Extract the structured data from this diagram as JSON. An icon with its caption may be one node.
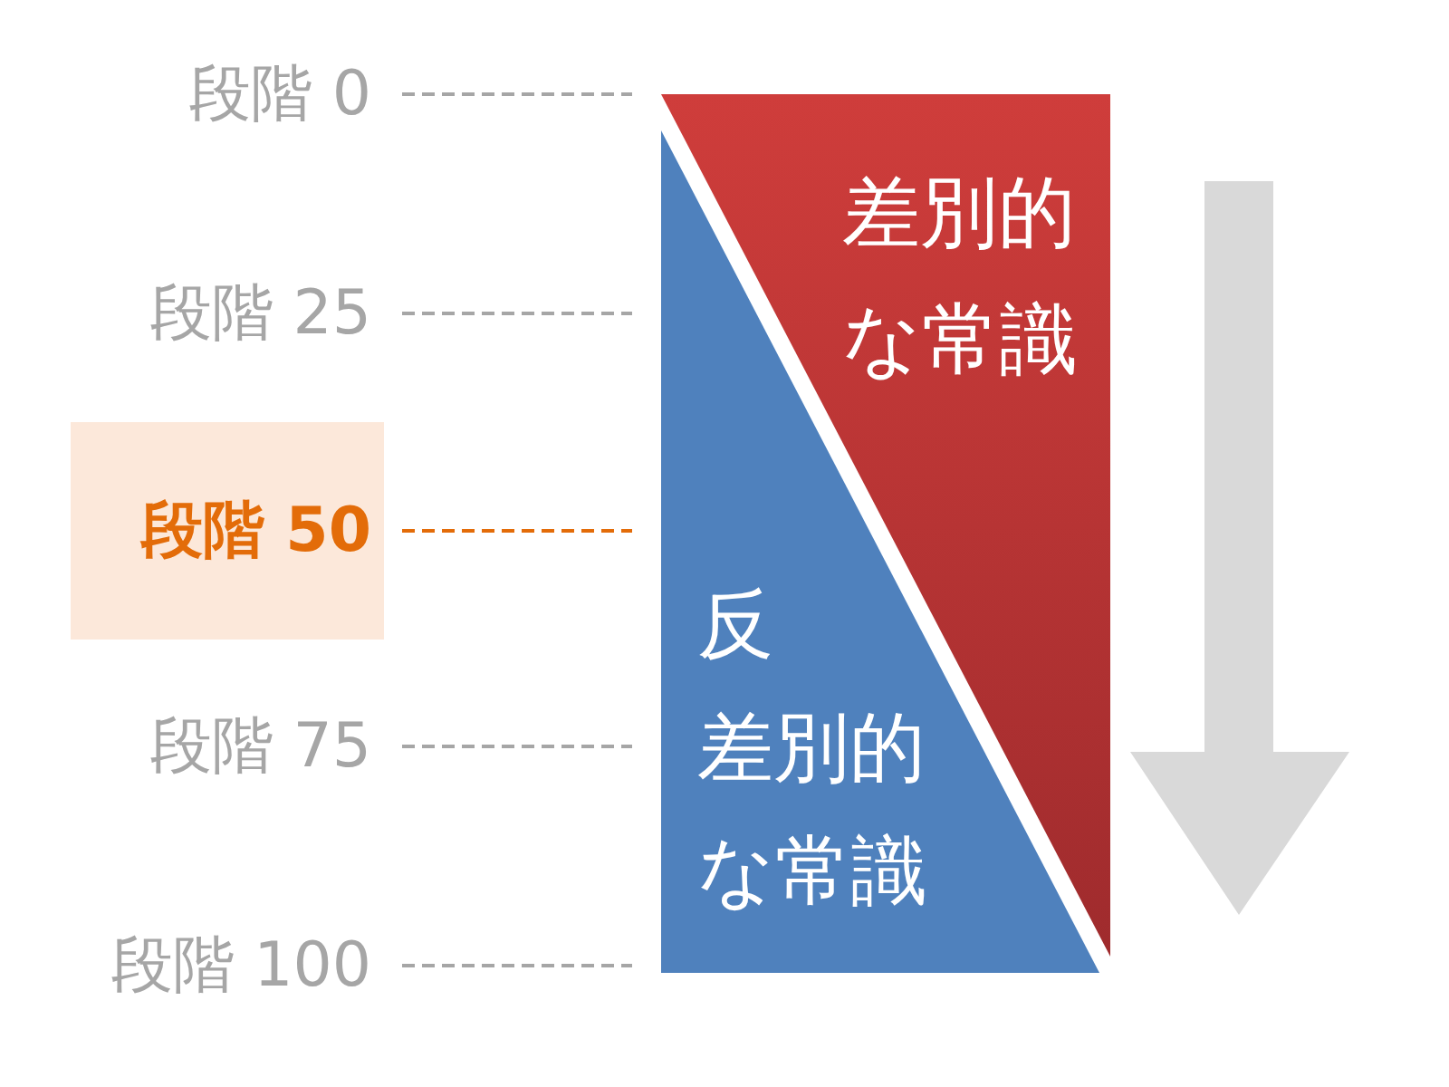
{
  "diagram": {
    "nodes": [
      {
        "text": [
          "段階 50"
        ]
      },
      {
        "text": [
          "差別的な常識"
        ]
      },
      {
        "text": [
          "反差別的な常識"
        ]
      }
    ],
    "labels": [
      "段階 0",
      "段階 25",
      "段階 75",
      "段階 100"
    ]
  }
}
